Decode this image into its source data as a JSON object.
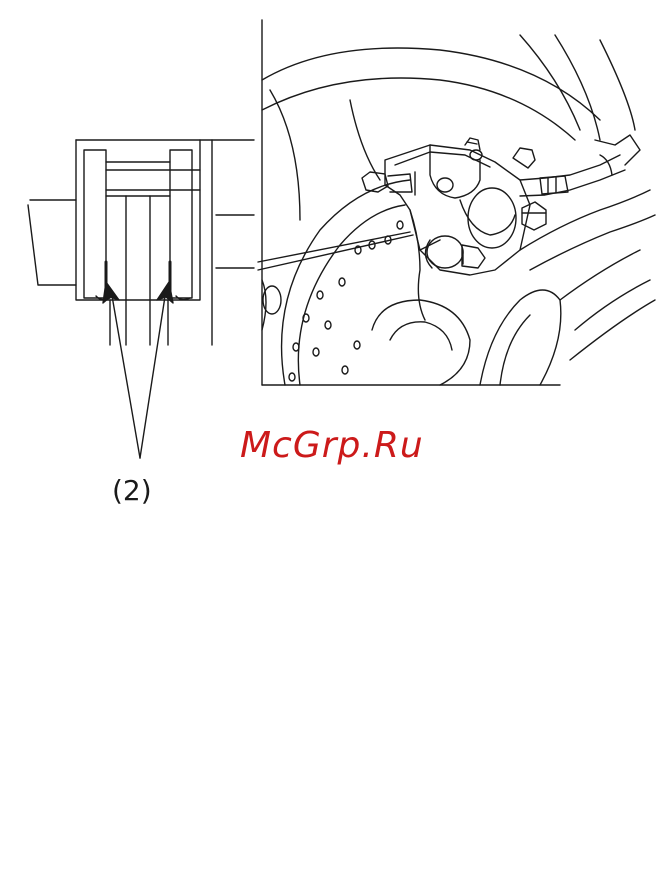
{
  "callout_label": "(2)",
  "watermark": "McGrp.Ru",
  "colors": {
    "line": "#1a1a1a",
    "watermark": "#cc1a1a"
  },
  "icons": [
    "brake-pad-detail",
    "brake-caliper",
    "brake-disc"
  ]
}
